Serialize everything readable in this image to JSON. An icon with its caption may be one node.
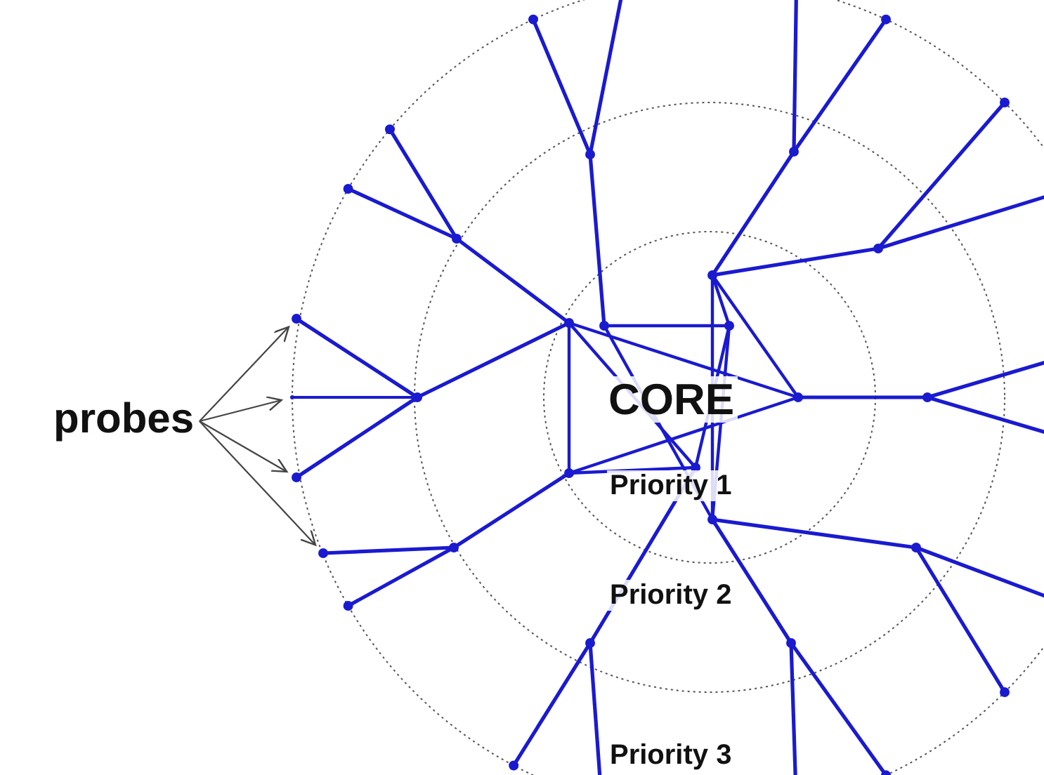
{
  "diagram": {
    "nodes": [
      {
        "text": [
          "probes"
        ]
      },
      {
        "text": [],
        "shape": "circle"
      },
      {
        "text": [],
        "shape": "circle"
      },
      {
        "text": [],
        "shape": "circle"
      },
      {
        "text": [],
        "shape": "circle"
      }
    ],
    "edges": [
      {
        "from": 0,
        "to": 1,
        "arrow": "to"
      },
      {
        "from": 0,
        "to": 2,
        "arrow": "to"
      },
      {
        "from": 0,
        "to": 3,
        "arrow": "to"
      },
      {
        "from": 0,
        "to": 4,
        "arrow": "to"
      }
    ],
    "labels": [
      "CORE",
      "Priority 1",
      "Priority 2",
      "Priority 3"
    ]
  }
}
